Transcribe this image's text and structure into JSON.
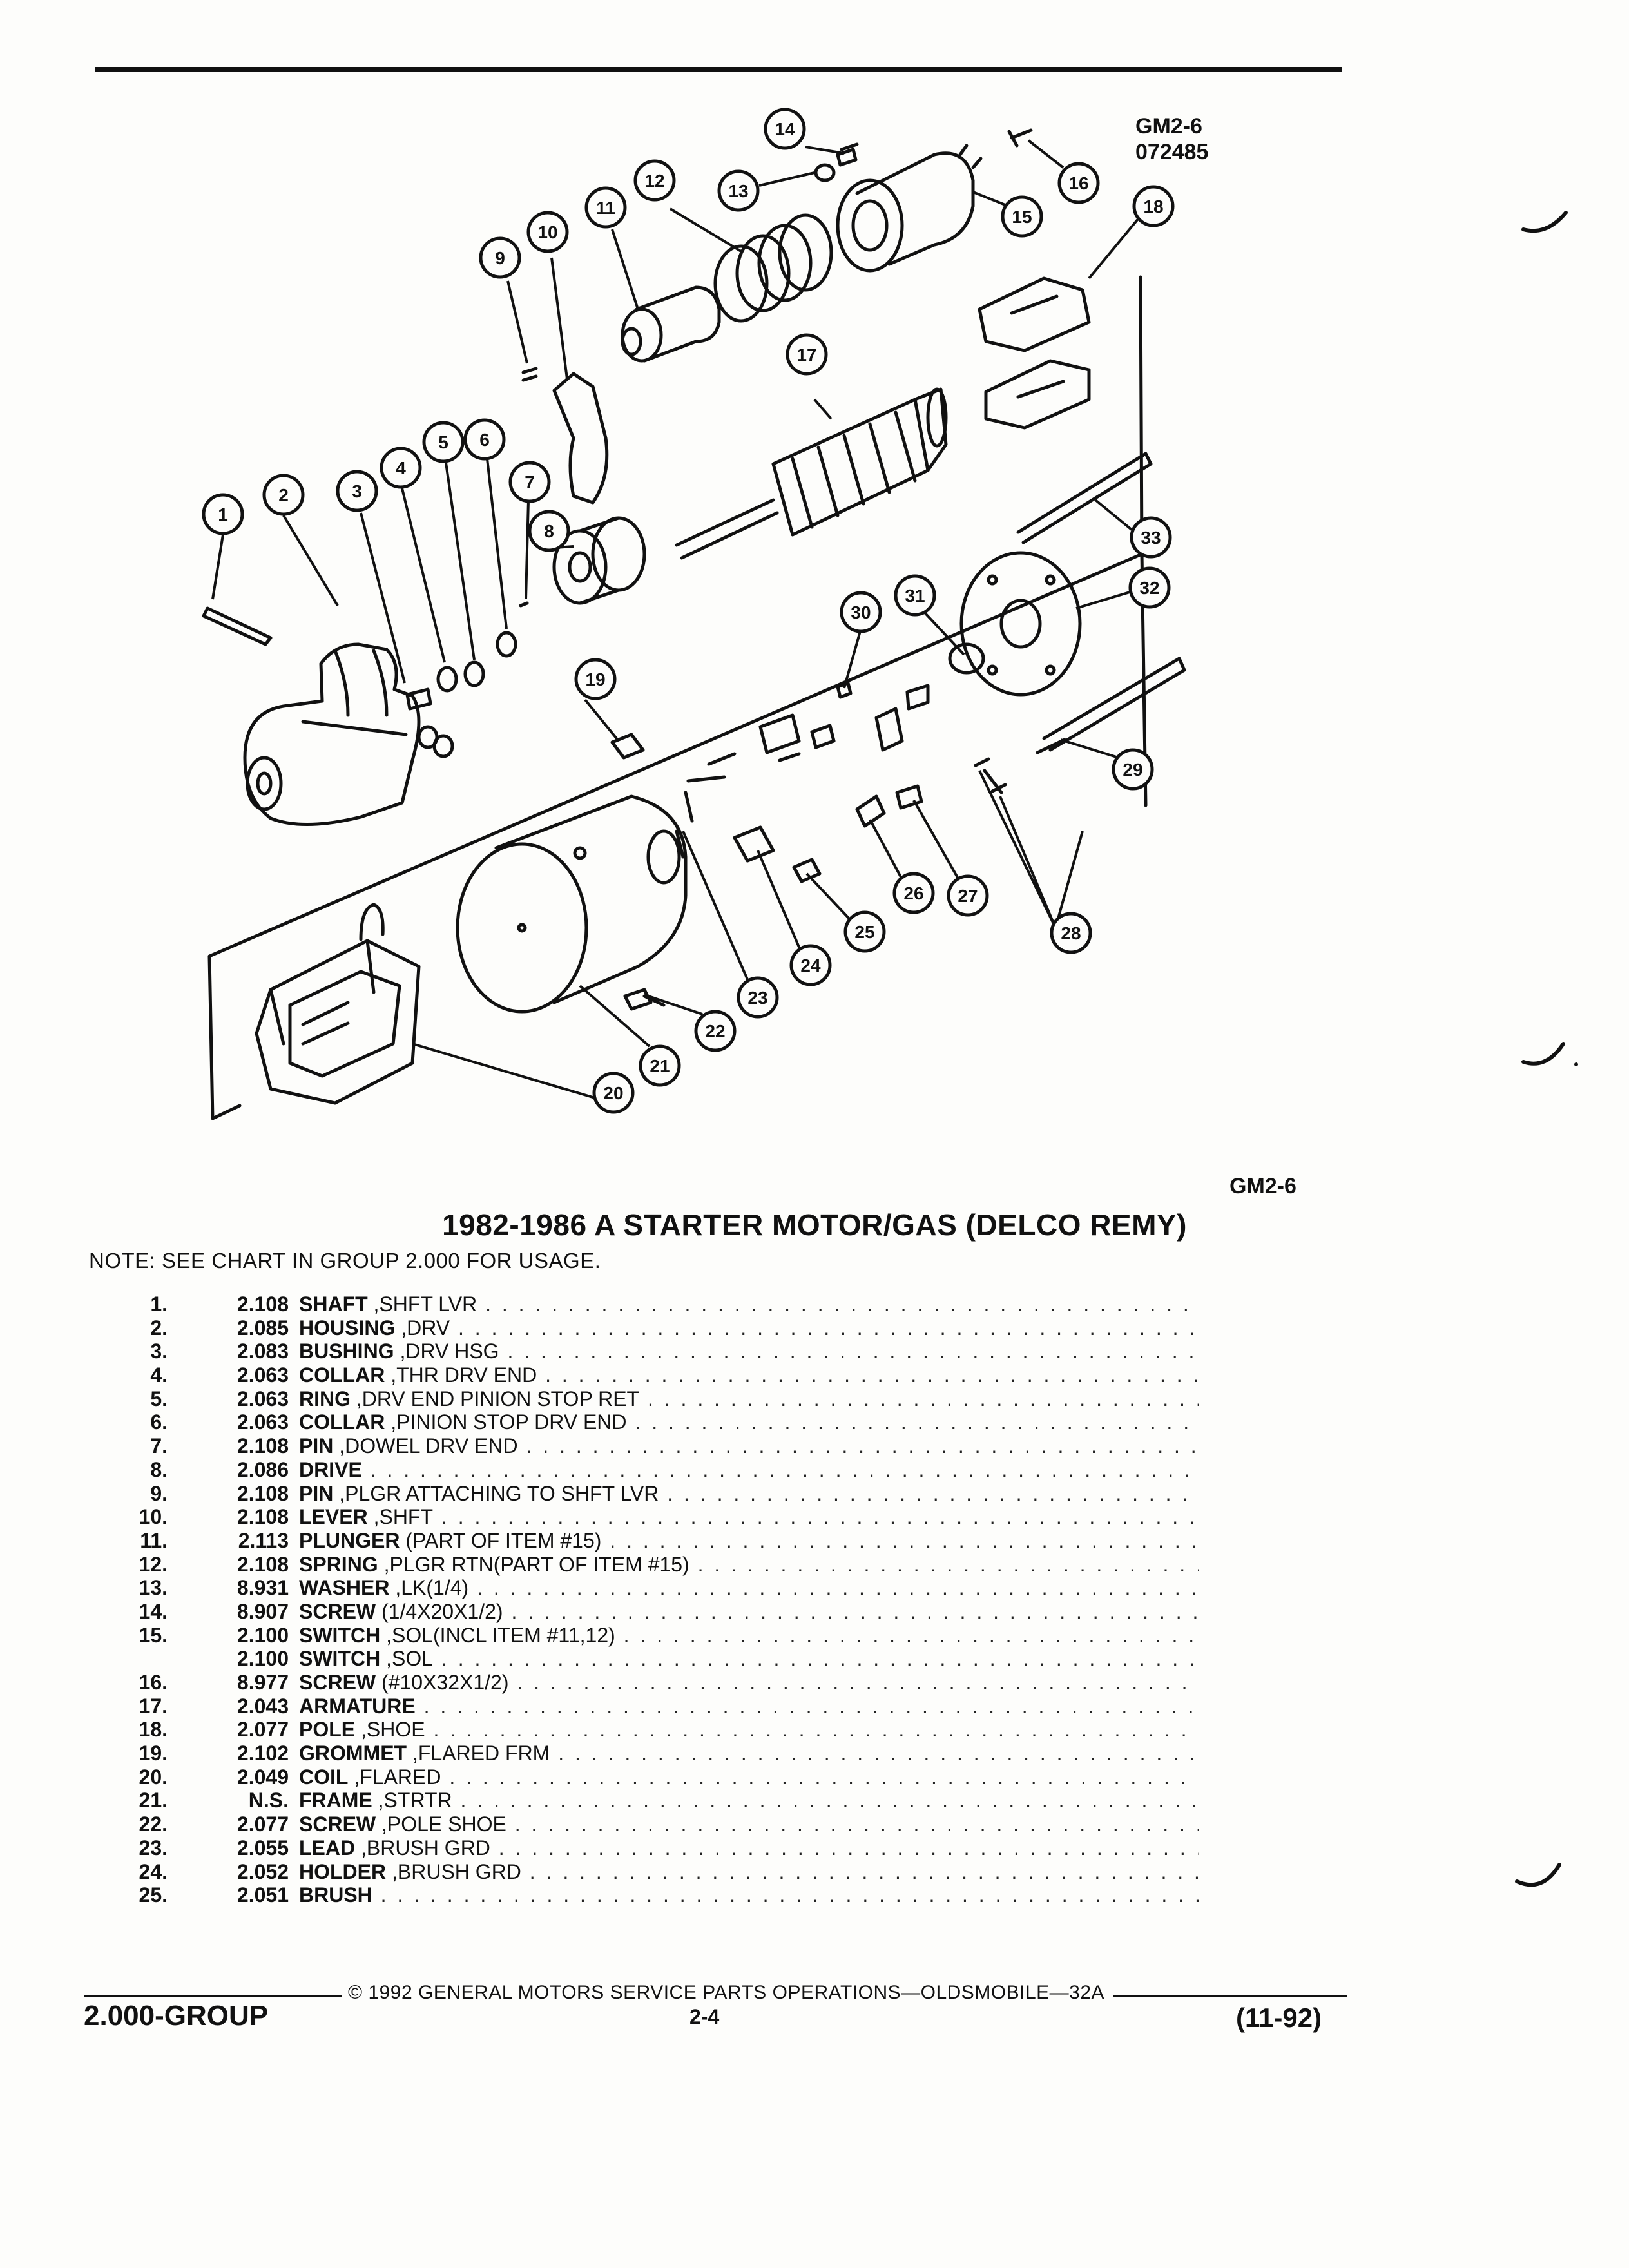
{
  "header": {
    "diagram_code": "GM2-6",
    "diagram_number": "072485",
    "figure_ref": "GM2-6"
  },
  "title": "1982-1986 A STARTER MOTOR/GAS (DELCO REMY)",
  "note": "NOTE:  SEE CHART IN GROUP 2.000 FOR USAGE.",
  "callouts": [
    "1",
    "2",
    "3",
    "4",
    "5",
    "6",
    "7",
    "8",
    "9",
    "10",
    "11",
    "12",
    "13",
    "14",
    "15",
    "16",
    "17",
    "18",
    "19",
    "20",
    "21",
    "22",
    "23",
    "24",
    "25",
    "26",
    "27",
    "28",
    "29",
    "30",
    "31",
    "32",
    "33"
  ],
  "parts": [
    {
      "num": "1.",
      "group": "2.108",
      "name": "SHAFT",
      "detail": " ,SHFT LVR"
    },
    {
      "num": "2.",
      "group": "2.085",
      "name": "HOUSING",
      "detail": " ,DRV"
    },
    {
      "num": "3.",
      "group": "2.083",
      "name": "BUSHING",
      "detail": " ,DRV HSG"
    },
    {
      "num": "4.",
      "group": "2.063",
      "name": "COLLAR",
      "detail": " ,THR DRV END"
    },
    {
      "num": "5.",
      "group": "2.063",
      "name": "RING",
      "detail": " ,DRV END PINION STOP RET"
    },
    {
      "num": "6.",
      "group": "2.063",
      "name": "COLLAR",
      "detail": " ,PINION STOP DRV END"
    },
    {
      "num": "7.",
      "group": "2.108",
      "name": "PIN",
      "detail": " ,DOWEL DRV END"
    },
    {
      "num": "8.",
      "group": "2.086",
      "name": "DRIVE",
      "detail": ""
    },
    {
      "num": "9.",
      "group": "2.108",
      "name": "PIN",
      "detail": " ,PLGR ATTACHING TO SHFT LVR"
    },
    {
      "num": "10.",
      "group": "2.108",
      "name": "LEVER",
      "detail": " ,SHFT"
    },
    {
      "num": "11.",
      "group": "2.113",
      "name": "PLUNGER",
      "detail": " (PART OF ITEM #15)"
    },
    {
      "num": "12.",
      "group": "2.108",
      "name": "SPRING",
      "detail": " ,PLGR RTN(PART OF ITEM #15)"
    },
    {
      "num": "13.",
      "group": "8.931",
      "name": "WASHER",
      "detail": " ,LK(1/4)"
    },
    {
      "num": "14.",
      "group": "8.907",
      "name": "SCREW",
      "detail": " (1/4X20X1/2)"
    },
    {
      "num": "15.",
      "group": "2.100",
      "name": "SWITCH",
      "detail": " ,SOL(INCL ITEM #11,12)"
    },
    {
      "num": "",
      "group": "2.100",
      "name": "SWITCH",
      "detail": " ,SOL"
    },
    {
      "num": "16.",
      "group": "8.977",
      "name": "SCREW",
      "detail": " (#10X32X1/2)"
    },
    {
      "num": "17.",
      "group": "2.043",
      "name": "ARMATURE",
      "detail": ""
    },
    {
      "num": "18.",
      "group": "2.077",
      "name": "POLE",
      "detail": " ,SHOE"
    },
    {
      "num": "19.",
      "group": "2.102",
      "name": "GROMMET",
      "detail": " ,FLARED FRM"
    },
    {
      "num": "20.",
      "group": "2.049",
      "name": "COIL",
      "detail": " ,FLARED"
    },
    {
      "num": "21.",
      "group": "N.S.",
      "name": "FRAME",
      "detail": " ,STRTR"
    },
    {
      "num": "22.",
      "group": "2.077",
      "name": "SCREW",
      "detail": " ,POLE SHOE"
    },
    {
      "num": "23.",
      "group": "2.055",
      "name": "LEAD",
      "detail": " ,BRUSH GRD"
    },
    {
      "num": "24.",
      "group": "2.052",
      "name": "HOLDER",
      "detail": " ,BRUSH GRD"
    },
    {
      "num": "25.",
      "group": "2.051",
      "name": "BRUSH",
      "detail": ""
    }
  ],
  "footer": {
    "copyright": "©  1992  GENERAL MOTORS SERVICE PARTS OPERATIONS—OLDSMOBILE—32A",
    "group_label": "2.000-GROUP",
    "page": "2-4",
    "date": "(11-92)"
  }
}
